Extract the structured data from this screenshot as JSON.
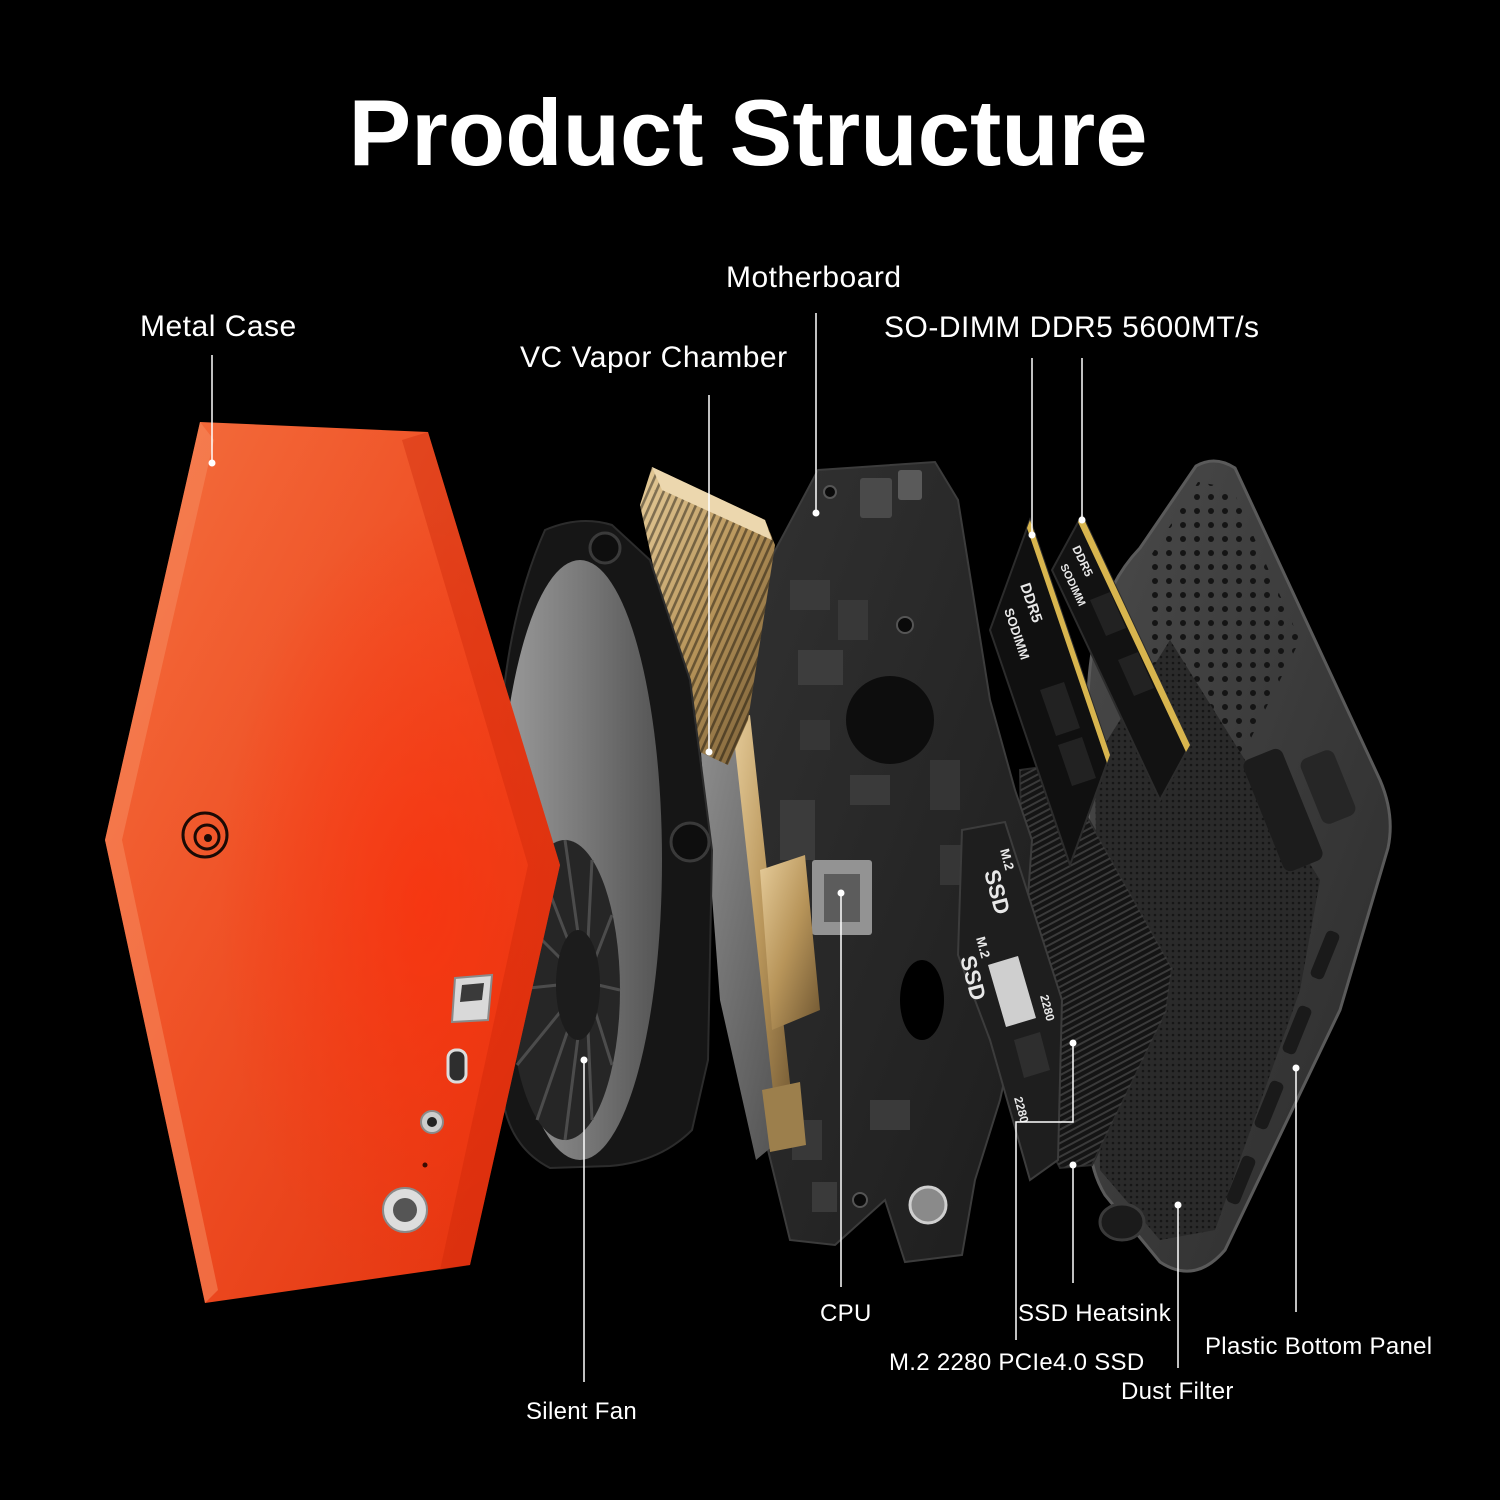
{
  "title": "Product Structure",
  "callouts": {
    "metal_case": "Metal Case",
    "vc_vapor_chamber": "VC Vapor Chamber",
    "motherboard": "Motherboard",
    "so_dimm": "SO-DIMM DDR5 5600MT/s",
    "cpu": "CPU",
    "ssd_heatsink": "SSD Heatsink",
    "m2_ssd": "M.2 2280 PCIe4.0 SSD",
    "plastic_bottom_panel": "Plastic Bottom Panel",
    "dust_filter": "Dust Filter",
    "silent_fan": "Silent Fan"
  },
  "component_markings": {
    "ram_type": "DDR5",
    "ram_form": "SODIMM",
    "ssd_slot": "M.2",
    "ssd": "SSD",
    "ssd_size": "2280"
  },
  "colors": {
    "background": "#000000",
    "text": "#ffffff",
    "case_orange": "#ee4a1e",
    "heatsink_gold": "#c9a56a",
    "board_dark": "#262626"
  }
}
